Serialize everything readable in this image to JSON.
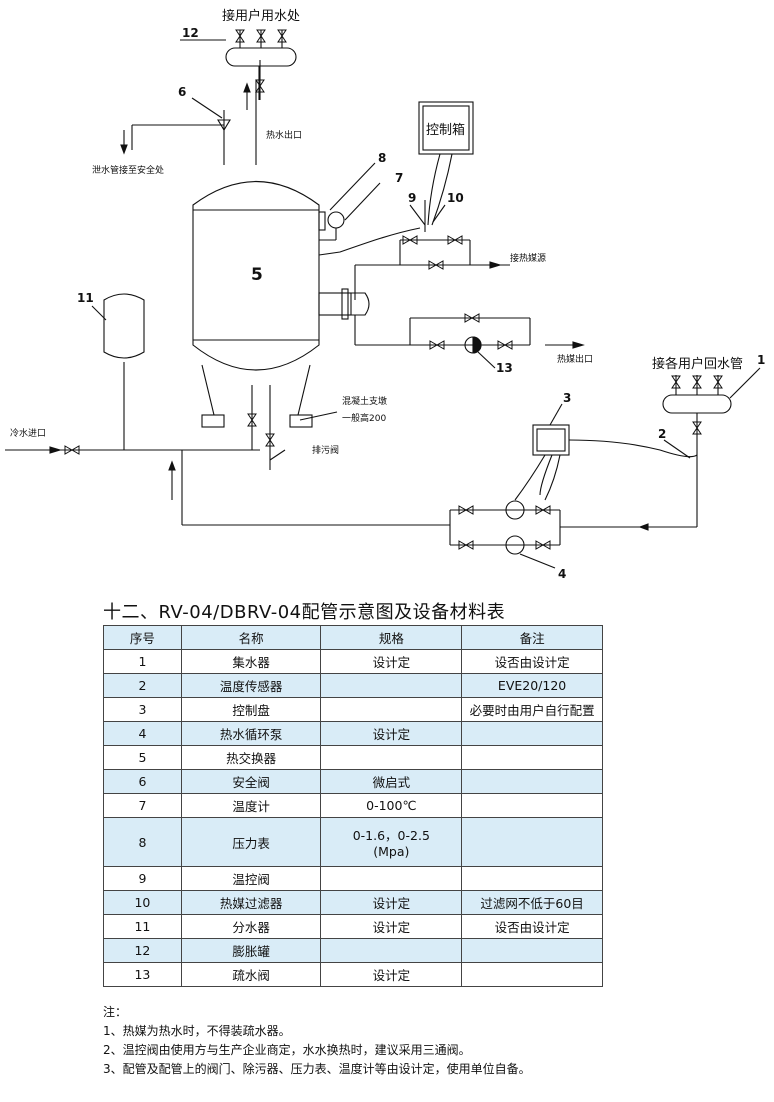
{
  "diagram": {
    "user_outlet": "接用户用水处",
    "hot_water_out": "热水出口",
    "drain_safe": "泄水管接至安全处",
    "control_box": "控制箱",
    "heat_source": "接热媒源",
    "heat_outlet": "热媒出口",
    "user_return": "接各用户回水管",
    "cold_inlet": "冷水进口",
    "concrete": "混凝土支墩",
    "concrete_height": "一般高200",
    "sewage_valve": "排污阀",
    "tank_number": "5",
    "callouts": [
      "1",
      "2",
      "3",
      "4",
      "6",
      "7",
      "8",
      "9",
      "10",
      "11",
      "12",
      "13"
    ]
  },
  "title": "十二、RV-04/DBRV-04配管示意图及设备材料表",
  "table": {
    "headers": [
      "序号",
      "名称",
      "规格",
      "备注"
    ],
    "rows": [
      {
        "no": "1",
        "name": "集水器",
        "spec": "设计定",
        "note": "设否由设计定"
      },
      {
        "no": "2",
        "name": "温度传感器",
        "spec": "",
        "note": "EVE20/120"
      },
      {
        "no": "3",
        "name": "控制盘",
        "spec": "",
        "note": "必要时由用户自行配置"
      },
      {
        "no": "4",
        "name": "热水循环泵",
        "spec": "设计定",
        "note": ""
      },
      {
        "no": "5",
        "name": "热交换器",
        "spec": "",
        "note": ""
      },
      {
        "no": "6",
        "name": "安全阀",
        "spec": "微启式",
        "note": ""
      },
      {
        "no": "7",
        "name": "温度计",
        "spec": "0-100℃",
        "note": ""
      },
      {
        "no": "8",
        "name": "压力表",
        "spec": "0-1.6，0-2.5\n(Mpa)",
        "note": ""
      },
      {
        "no": "9",
        "name": "温控阀",
        "spec": "",
        "note": ""
      },
      {
        "no": "10",
        "name": "热媒过滤器",
        "spec": "设计定",
        "note": "过滤网不低于60目"
      },
      {
        "no": "11",
        "name": "分水器",
        "spec": "设计定",
        "note": "设否由设计定"
      },
      {
        "no": "12",
        "name": "膨胀罐",
        "spec": "",
        "note": ""
      },
      {
        "no": "13",
        "name": "疏水阀",
        "spec": "设计定",
        "note": ""
      }
    ]
  },
  "notes": {
    "heading": "注：",
    "items": [
      "1、热媒为热水时，不得装疏水器。",
      "2、温控阀由使用方与生产企业商定，水水换热时，建议采用三通阀。",
      "3、配管及配管上的阀门、除污器、压力表、温度计等由设计定，使用单位自备。"
    ]
  }
}
